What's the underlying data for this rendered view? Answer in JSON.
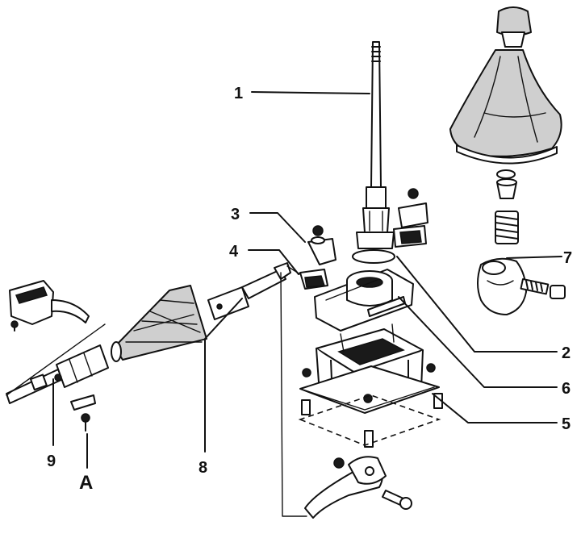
{
  "labels": {
    "l1": "1",
    "l2": "2",
    "l3": "3",
    "l4": "4",
    "l5": "5",
    "l6": "6",
    "l7": "7",
    "l8": "8",
    "l9": "9",
    "lA": "A"
  }
}
